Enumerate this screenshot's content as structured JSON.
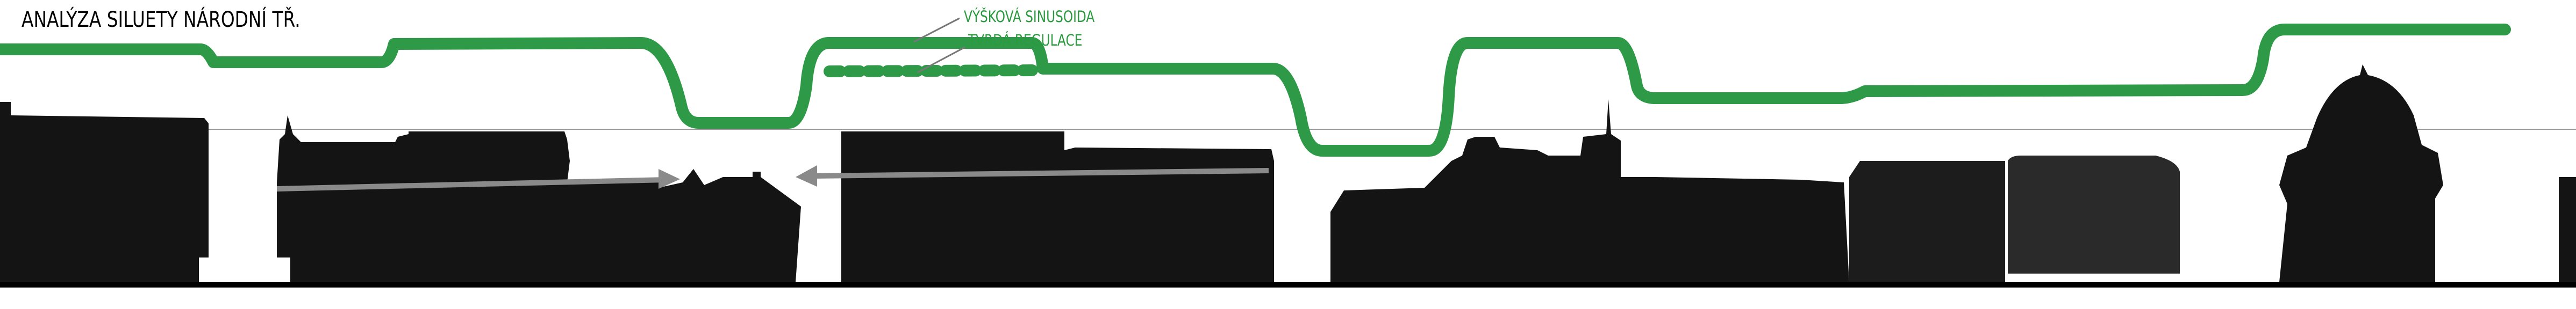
{
  "title": "ANALÝZA SILUETY NÁRODNÍ TŘ.",
  "legend": {
    "height_sinusoid": "VÝŠKOVÁ SINUSOIDA",
    "hard_regulation": "TVRDÁ REGULACE"
  },
  "colors": {
    "sinusoid": "#2e9a47",
    "buildings": "#141414",
    "arrows": "#8a8a8a",
    "horizon": "#9a9a9a",
    "legend_text": "#2a9a3e"
  }
}
